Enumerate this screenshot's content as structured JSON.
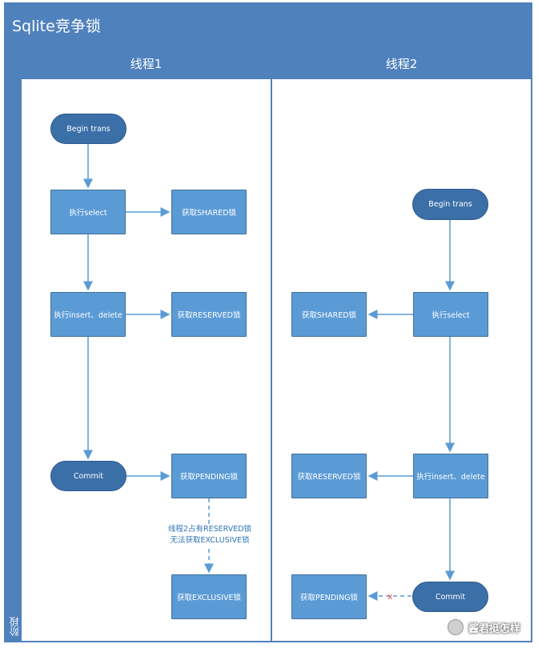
{
  "title": "Sqlite竞争锁",
  "stage_label": "阶段",
  "lanes": [
    {
      "label": "线程1"
    },
    {
      "label": "线程2"
    }
  ],
  "nodes": {
    "t1_begin": "Begin trans",
    "t1_select": "执行select",
    "t1_shared": "获取SHARED锁",
    "t1_insert": "执行insert、delete",
    "t1_reserved": "获取RESERVED锁",
    "t1_commit": "Commit",
    "t1_pending": "获取PENDING锁",
    "t1_exclusive": "获取EXCLUSIVE锁",
    "t2_begin": "Begin trans",
    "t2_select": "执行select",
    "t2_shared": "获取SHARED锁",
    "t2_insert": "执行insert、delete",
    "t2_reserved": "获取RESERVED锁",
    "t2_commit": "Commit",
    "t2_pending": "获取PENDING锁"
  },
  "note": {
    "line1": "线程2占有RESERVED锁",
    "line2": "无法获取EXCLUSIVE锁"
  },
  "blocked_marker": "x",
  "watermark": "酱君挺怎样",
  "colors": {
    "lane_blue": "#4f81bd",
    "box_fill": "#5b9bd5",
    "terminal_fill": "#3b6fa8",
    "arrow": "#5b9bd5",
    "blocked": "#e05050"
  }
}
